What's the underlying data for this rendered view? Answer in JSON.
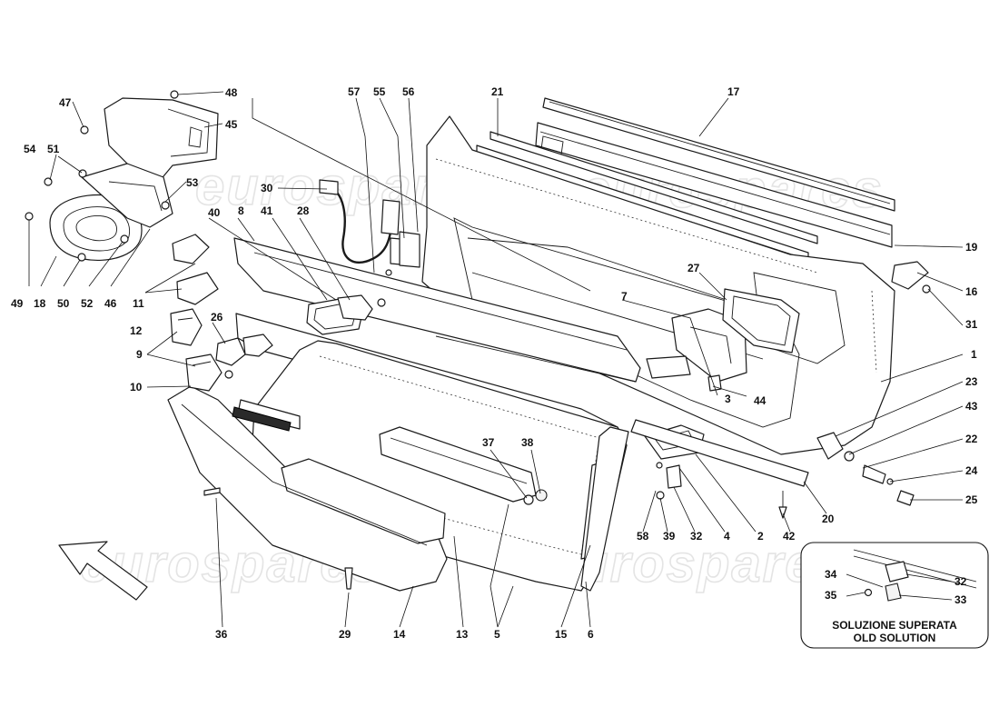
{
  "watermark": "eurospares",
  "inset": {
    "line1": "SOLUZIONE SUPERATA",
    "line2": "OLD SOLUTION"
  },
  "callouts": {
    "c1": "1",
    "c2": "2",
    "c3": "3",
    "c4": "4",
    "c5": "5",
    "c6": "6",
    "c7": "7",
    "c8": "8",
    "c9": "9",
    "c10": "10",
    "c11": "11",
    "c12": "12",
    "c13": "13",
    "c14": "14",
    "c15": "15",
    "c16": "16",
    "c17": "17",
    "c18": "18",
    "c19": "19",
    "c20": "20",
    "c21": "21",
    "c22": "22",
    "c23": "23",
    "c24": "24",
    "c25": "25",
    "c26": "26",
    "c27": "27",
    "c28": "28",
    "c29": "29",
    "c30": "30",
    "c31": "31",
    "c32": "32",
    "c33": "33",
    "c34": "34",
    "c35": "35",
    "c36": "36",
    "c37": "37",
    "c38": "38",
    "c39": "39",
    "c40": "40",
    "c41": "41",
    "c42": "42",
    "c43": "43",
    "c44": "44",
    "c45": "45",
    "c46": "46",
    "c47": "47",
    "c48": "48",
    "c49": "49",
    "c50": "50",
    "c51": "51",
    "c52": "52",
    "c53": "53",
    "c54": "54",
    "c55": "55",
    "c56": "56",
    "c57": "57",
    "c58": "58"
  }
}
